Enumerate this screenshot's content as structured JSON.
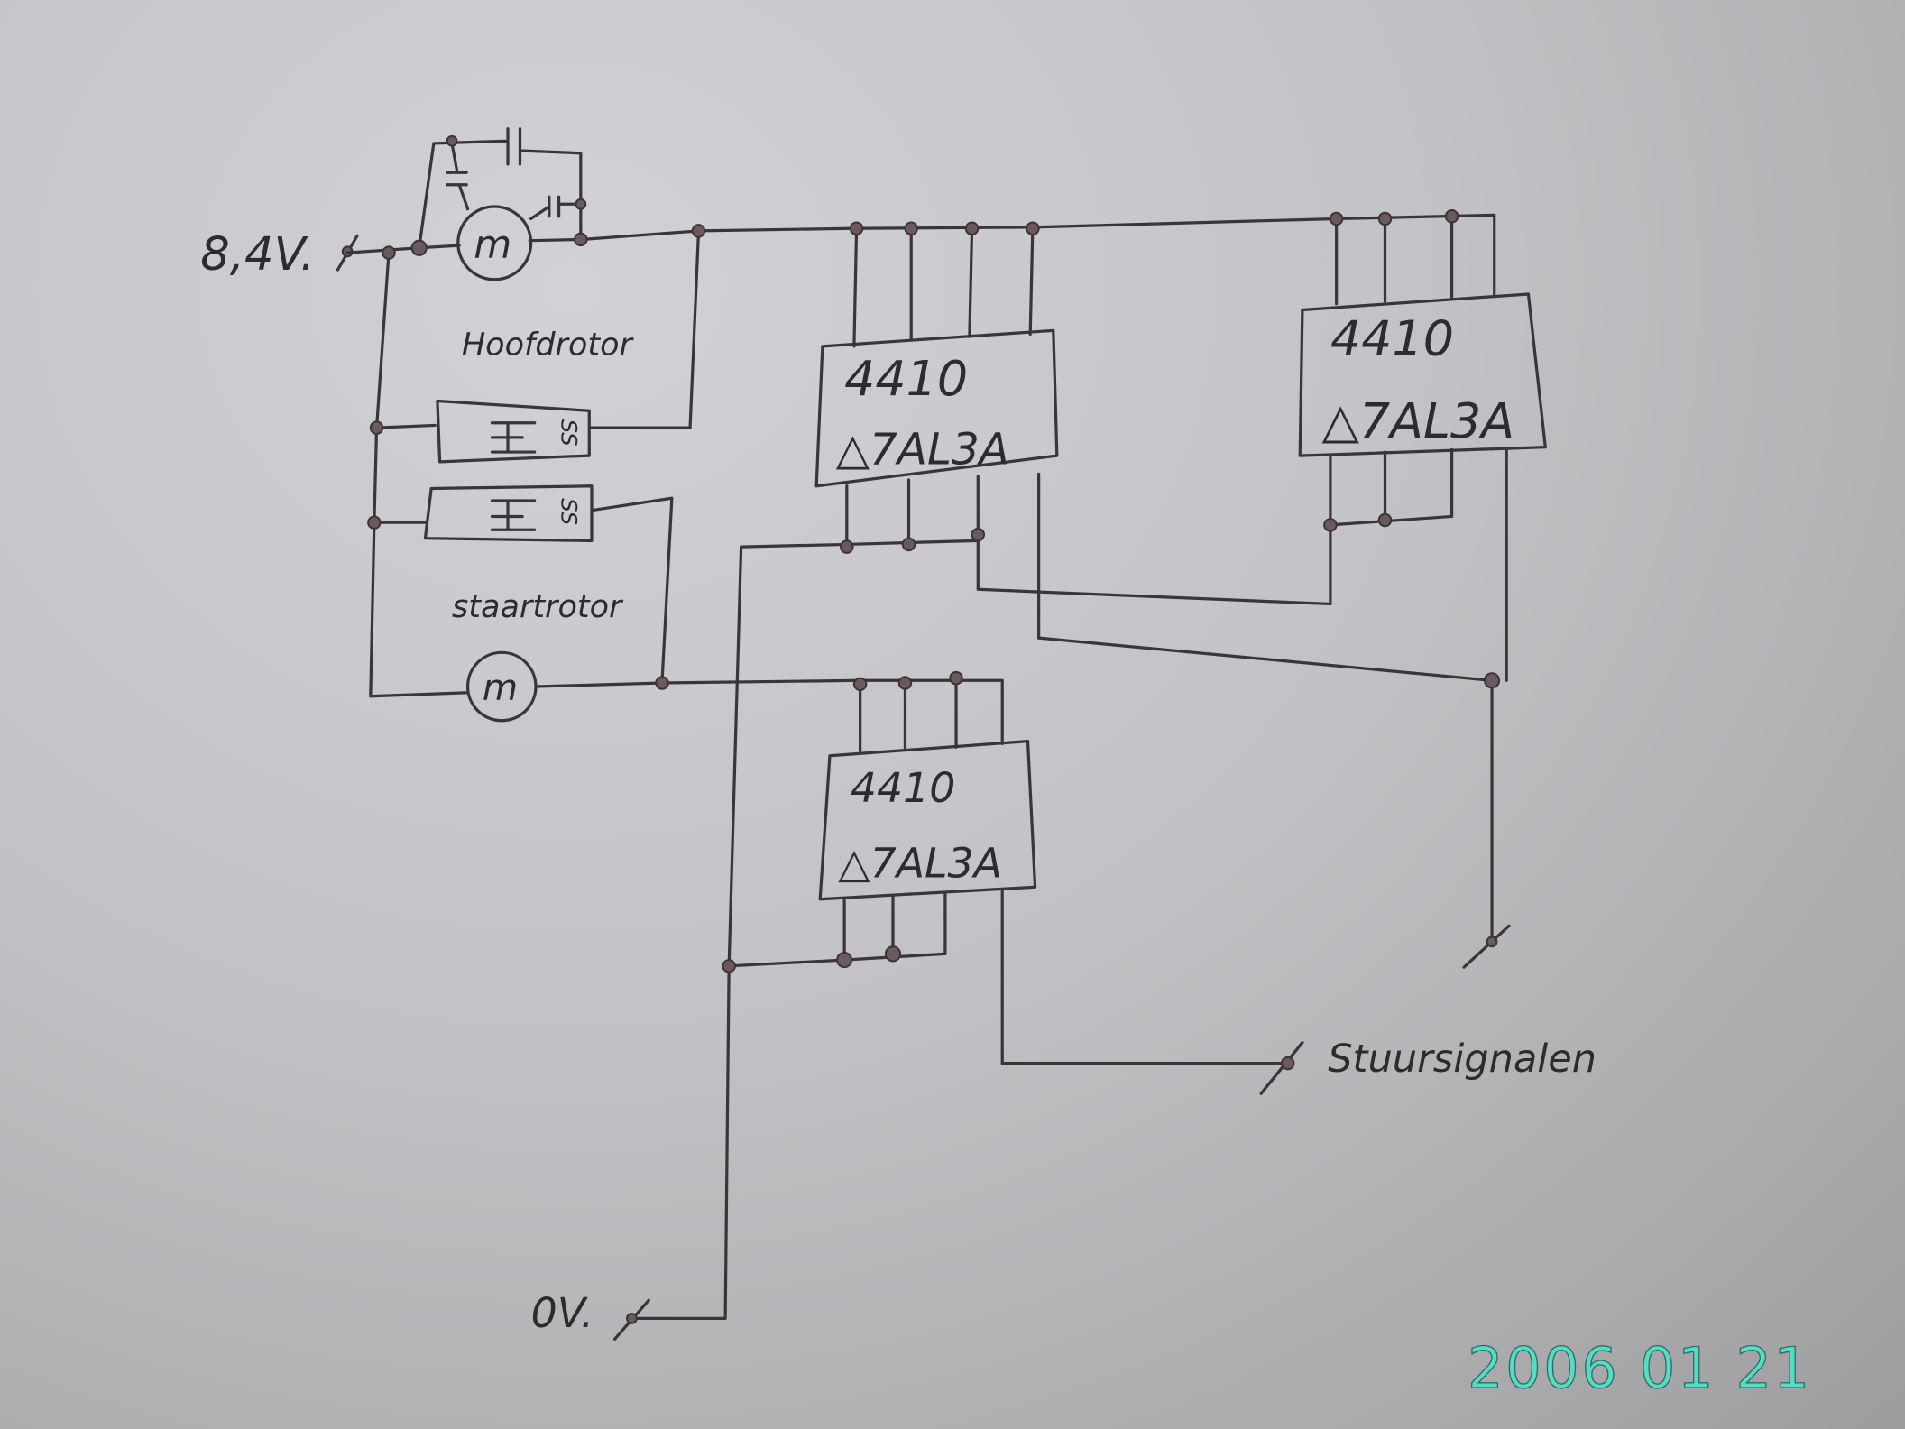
{
  "labels": {
    "supply": "8,4V.",
    "ground": "0V.",
    "main_rotor": "Hoofdrotor",
    "tail_rotor": "staartrotor",
    "control_signals": "Stuursignalen",
    "motor_symbol": "m",
    "esc_1_marking": "SS",
    "esc_2_marking": "SS"
  },
  "chips": [
    {
      "part": "4410",
      "code": "△7AL3A"
    },
    {
      "part": "4410",
      "code": "△7AL3A"
    },
    {
      "part": "4410",
      "code": "△7AL3A"
    }
  ],
  "timestamp": "2006 01 21",
  "colors": {
    "ink": "#3a3538",
    "date_stamp": "#56dcc4"
  }
}
